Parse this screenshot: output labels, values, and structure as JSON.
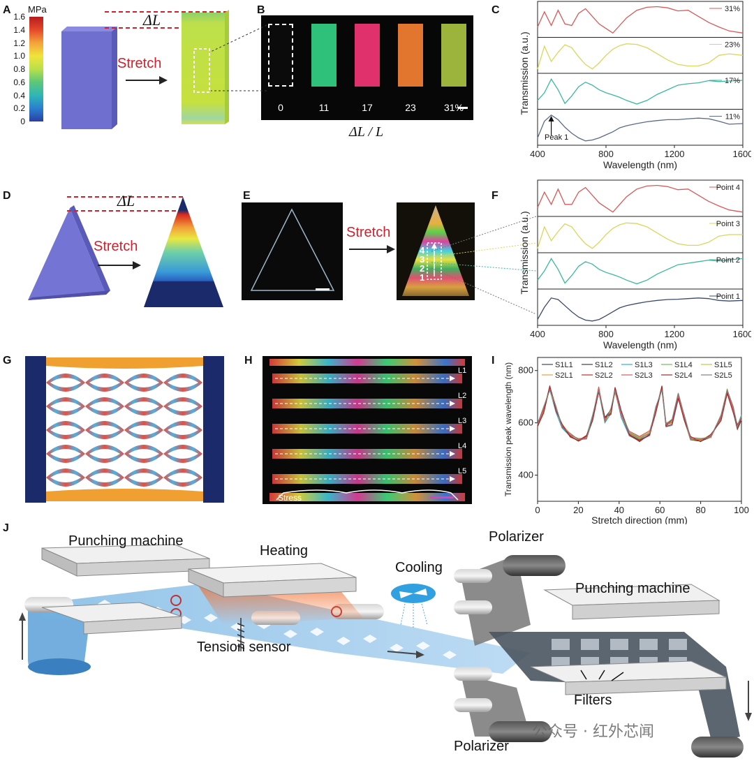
{
  "panels": {
    "A": {
      "letter": "A",
      "unit": "MPa",
      "ticks": [
        "1.6",
        "1.4",
        "1.2",
        "1.0",
        "0.8",
        "0.6",
        "0.4",
        "0.2",
        "0"
      ],
      "delta": "ΔL",
      "arrow_label": "Stretch"
    },
    "B": {
      "letter": "B",
      "labels": [
        "0",
        "11",
        "17",
        "23",
        "31%"
      ],
      "colors": [
        "#0b0b0b",
        "#2fc07a",
        "#e0316d",
        "#e2762e",
        "#9cb43b"
      ],
      "xlabel": "ΔL / L"
    },
    "C": {
      "letter": "C",
      "ylabel": "Transmission (a.u.)",
      "xlabel": "Wavelength (nm)",
      "annotation": "Peak 1"
    },
    "D": {
      "letter": "D",
      "delta": "ΔL",
      "arrow_label": "Stretch"
    },
    "E": {
      "letter": "E",
      "arrow_label": "Stretch",
      "points": [
        "4",
        "3",
        "2",
        "1"
      ]
    },
    "F": {
      "letter": "F",
      "ylabel": "Transmission (a.u.)",
      "xlabel": "Wavelength (nm)"
    },
    "G": {
      "letter": "G"
    },
    "H": {
      "letter": "H",
      "lines": [
        "L1",
        "L2",
        "L3",
        "L4",
        "L5"
      ],
      "stress_label": "Stress"
    },
    "I": {
      "letter": "I"
    },
    "J": {
      "letter": "J",
      "labels": {
        "punch1": "Punching machine",
        "heating": "Heating",
        "cooling": "Cooling",
        "polarizer_top": "Polarizer",
        "punch2": "Punching machine",
        "tension": "Tension sensor",
        "filters": "Filters",
        "polarizer_bottom": "Polarizer"
      }
    }
  },
  "watermark": "公众号 · 红外芯闻",
  "chart_data": [
    {
      "type": "line",
      "panel": "C",
      "xlabel": "Wavelength (nm)",
      "ylabel": "Transmission (a.u.)",
      "xlim": [
        400,
        1600
      ],
      "xticks": [
        400,
        800,
        1200,
        1600
      ],
      "series": [
        {
          "name": "31%",
          "color": "#d85a5a",
          "x": [
            400,
            440,
            480,
            520,
            560,
            600,
            640,
            680,
            720,
            760,
            800,
            840,
            880,
            920,
            980,
            1040,
            1100,
            1160,
            1220,
            1280,
            1340,
            1400,
            1460,
            1520,
            1600
          ],
          "y": [
            0.25,
            0.75,
            0.3,
            0.8,
            0.35,
            0.3,
            0.7,
            0.85,
            0.6,
            0.35,
            0.2,
            0.05,
            0.3,
            0.55,
            0.8,
            0.9,
            0.92,
            0.88,
            0.78,
            0.8,
            0.6,
            0.4,
            0.25,
            0.12,
            0.05
          ]
        },
        {
          "name": "23%",
          "color": "#d8d85a",
          "x": [
            400,
            440,
            480,
            520,
            560,
            600,
            640,
            680,
            720,
            760,
            800,
            840,
            880,
            920,
            980,
            1040,
            1100,
            1160,
            1220,
            1280,
            1340,
            1400,
            1460,
            1520,
            1600
          ],
          "y": [
            0.05,
            0.8,
            0.3,
            0.6,
            0.85,
            0.75,
            0.45,
            0.2,
            0.05,
            0.25,
            0.5,
            0.7,
            0.82,
            0.88,
            0.86,
            0.75,
            0.55,
            0.35,
            0.2,
            0.15,
            0.15,
            0.25,
            0.5,
            0.55,
            0.5
          ]
        },
        {
          "name": "17%",
          "color": "#3cb8a0",
          "x": [
            400,
            440,
            480,
            520,
            560,
            600,
            640,
            680,
            720,
            760,
            800,
            840,
            880,
            920,
            980,
            1040,
            1100,
            1160,
            1220,
            1280,
            1340,
            1400,
            1460,
            1520,
            1600
          ],
          "y": [
            0.2,
            0.45,
            0.9,
            0.55,
            0.1,
            0.35,
            0.65,
            0.8,
            0.7,
            0.55,
            0.45,
            0.38,
            0.3,
            0.2,
            0.08,
            0.2,
            0.4,
            0.55,
            0.7,
            0.75,
            0.78,
            0.85,
            0.82,
            0.84,
            0.86
          ]
        },
        {
          "name": "11%",
          "color": "#5a6a8a",
          "x": [
            400,
            440,
            480,
            520,
            560,
            600,
            640,
            680,
            720,
            760,
            800,
            840,
            880,
            920,
            980,
            1040,
            1100,
            1160,
            1220,
            1280,
            1340,
            1400,
            1460,
            1520,
            1600
          ],
          "y": [
            0.15,
            0.7,
            0.9,
            0.75,
            0.5,
            0.3,
            0.15,
            0.05,
            0.08,
            0.15,
            0.25,
            0.35,
            0.48,
            0.55,
            0.62,
            0.68,
            0.72,
            0.75,
            0.75,
            0.78,
            0.8,
            0.78,
            0.7,
            0.6,
            0.62
          ]
        }
      ]
    },
    {
      "type": "line",
      "panel": "F",
      "xlabel": "Wavelength (nm)",
      "ylabel": "Transmission (a.u.)",
      "xlim": [
        400,
        1600
      ],
      "xticks": [
        400,
        800,
        1200,
        1600
      ],
      "series": [
        {
          "name": "Point 4",
          "color": "#d85a5a",
          "x": [
            400,
            440,
            480,
            520,
            560,
            600,
            640,
            680,
            720,
            760,
            800,
            840,
            880,
            920,
            980,
            1040,
            1100,
            1160,
            1220,
            1280,
            1340,
            1400,
            1460,
            1520,
            1600
          ],
          "y": [
            0.2,
            0.7,
            0.3,
            0.8,
            0.3,
            0.3,
            0.7,
            0.85,
            0.6,
            0.35,
            0.2,
            0.05,
            0.3,
            0.55,
            0.8,
            0.9,
            0.92,
            0.88,
            0.78,
            0.8,
            0.6,
            0.4,
            0.25,
            0.12,
            0.05
          ]
        },
        {
          "name": "Point 3",
          "color": "#d8d85a",
          "x": [
            400,
            440,
            480,
            520,
            560,
            600,
            640,
            680,
            720,
            760,
            800,
            840,
            880,
            920,
            980,
            1040,
            1100,
            1160,
            1220,
            1280,
            1340,
            1400,
            1460,
            1520,
            1600
          ],
          "y": [
            0.05,
            0.75,
            0.3,
            0.6,
            0.85,
            0.75,
            0.45,
            0.2,
            0.05,
            0.25,
            0.5,
            0.7,
            0.82,
            0.88,
            0.86,
            0.75,
            0.55,
            0.35,
            0.2,
            0.15,
            0.15,
            0.25,
            0.45,
            0.5,
            0.5
          ]
        },
        {
          "name": "Point 2",
          "color": "#3cb8a0",
          "x": [
            400,
            440,
            480,
            520,
            560,
            600,
            640,
            680,
            720,
            760,
            800,
            840,
            880,
            920,
            980,
            1040,
            1100,
            1160,
            1220,
            1280,
            1340,
            1400,
            1460,
            1520,
            1600
          ],
          "y": [
            0.2,
            0.5,
            0.9,
            0.55,
            0.1,
            0.35,
            0.65,
            0.8,
            0.72,
            0.55,
            0.45,
            0.38,
            0.3,
            0.2,
            0.08,
            0.2,
            0.4,
            0.55,
            0.7,
            0.75,
            0.8,
            0.85,
            0.82,
            0.86,
            0.9
          ]
        },
        {
          "name": "Point 1",
          "color": "#3a4a6a",
          "x": [
            400,
            440,
            480,
            520,
            560,
            600,
            640,
            680,
            720,
            760,
            800,
            840,
            880,
            920,
            980,
            1040,
            1100,
            1160,
            1220,
            1280,
            1340,
            1400,
            1460,
            1520,
            1600
          ],
          "y": [
            0.1,
            0.5,
            0.8,
            0.75,
            0.55,
            0.35,
            0.18,
            0.08,
            0.05,
            0.1,
            0.22,
            0.35,
            0.48,
            0.55,
            0.62,
            0.68,
            0.72,
            0.75,
            0.76,
            0.78,
            0.8,
            0.78,
            0.72,
            0.7,
            0.72
          ]
        }
      ]
    },
    {
      "type": "line",
      "panel": "I",
      "xlabel": "Stretch direction (mm)",
      "ylabel": "Transmission peak wavelength (nm)",
      "xlim": [
        0,
        100
      ],
      "ylim": [
        300,
        850
      ],
      "xticks": [
        0,
        20,
        40,
        60,
        80,
        100
      ],
      "yticks": [
        400,
        600,
        800
      ],
      "legend_placement": "top",
      "x": [
        0,
        3,
        6,
        9,
        12,
        16,
        20,
        24,
        27,
        30,
        33,
        36,
        38,
        41,
        45,
        50,
        55,
        58,
        61,
        63,
        66,
        69,
        72,
        75,
        80,
        85,
        90,
        93,
        96,
        98,
        100
      ],
      "series": [
        {
          "name": "S1L1",
          "color": "#3a4a6a",
          "values": [
            590,
            640,
            735,
            660,
            590,
            555,
            535,
            540,
            610,
            725,
            610,
            640,
            720,
            640,
            560,
            540,
            560,
            640,
            730,
            590,
            600,
            700,
            620,
            540,
            535,
            550,
            620,
            720,
            650,
            580,
            620
          ]
        },
        {
          "name": "S1L2",
          "color": "#404040",
          "values": [
            600,
            650,
            730,
            650,
            585,
            550,
            530,
            545,
            620,
            730,
            620,
            650,
            730,
            630,
            555,
            535,
            555,
            650,
            735,
            595,
            610,
            710,
            610,
            535,
            530,
            545,
            630,
            725,
            640,
            575,
            610
          ]
        },
        {
          "name": "S1L3",
          "color": "#3aaad8",
          "values": [
            595,
            660,
            725,
            640,
            580,
            548,
            532,
            550,
            630,
            720,
            600,
            635,
            725,
            620,
            550,
            530,
            558,
            660,
            725,
            585,
            590,
            690,
            630,
            545,
            532,
            552,
            610,
            715,
            660,
            590,
            630
          ]
        },
        {
          "name": "S1L4",
          "color": "#6fbf5a",
          "values": [
            585,
            645,
            740,
            655,
            592,
            552,
            538,
            542,
            615,
            735,
            615,
            645,
            715,
            645,
            565,
            545,
            565,
            645,
            740,
            600,
            605,
            705,
            615,
            538,
            538,
            548,
            625,
            730,
            645,
            585,
            615
          ]
        },
        {
          "name": "S1L5",
          "color": "#c8c84a",
          "values": [
            592,
            655,
            728,
            648,
            588,
            556,
            536,
            546,
            625,
            728,
            605,
            642,
            722,
            632,
            558,
            538,
            562,
            655,
            728,
            592,
            598,
            698,
            625,
            542,
            536,
            554,
            615,
            722,
            655,
            588,
            625
          ]
        },
        {
          "name": "S2L1",
          "color": "#e6a040",
          "values": [
            598,
            642,
            732,
            652,
            594,
            558,
            534,
            544,
            612,
            732,
            612,
            648,
            728,
            636,
            562,
            542,
            566,
            642,
            732,
            598,
            608,
            708,
            612,
            536,
            534,
            546,
            628,
            728,
            642,
            582,
            612
          ]
        },
        {
          "name": "S2L2",
          "color": "#c03030",
          "values": [
            588,
            652,
            738,
            662,
            586,
            550,
            530,
            548,
            618,
            722,
            618,
            638,
            732,
            642,
            552,
            532,
            552,
            652,
            738,
            588,
            612,
            712,
            618,
            540,
            530,
            550,
            618,
            718,
            652,
            578,
            618
          ]
        },
        {
          "name": "S2L3",
          "color": "#d85a5a",
          "values": [
            594,
            648,
            734,
            658,
            590,
            554,
            540,
            540,
            622,
            738,
            608,
            652,
            718,
            628,
            568,
            548,
            570,
            648,
            734,
            594,
            602,
            702,
            622,
            544,
            540,
            544,
            622,
            724,
            648,
            592,
            622
          ]
        },
        {
          "name": "S2L4",
          "color": "#a02828",
          "values": [
            586,
            638,
            742,
            646,
            596,
            546,
            532,
            552,
            608,
            718,
            622,
            632,
            736,
            648,
            556,
            528,
            556,
            638,
            742,
            586,
            594,
            694,
            608,
            548,
            528,
            556,
            608,
            712,
            638,
            594,
            608
          ]
        },
        {
          "name": "S2L5",
          "color": "#808080",
          "values": [
            596,
            662,
            726,
            664,
            582,
            560,
            536,
            538,
            628,
            726,
            602,
            656,
            724,
            638,
            560,
            540,
            560,
            662,
            726,
            596,
            614,
            714,
            628,
            538,
            536,
            548,
            628,
            726,
            662,
            586,
            628
          ]
        }
      ]
    }
  ]
}
